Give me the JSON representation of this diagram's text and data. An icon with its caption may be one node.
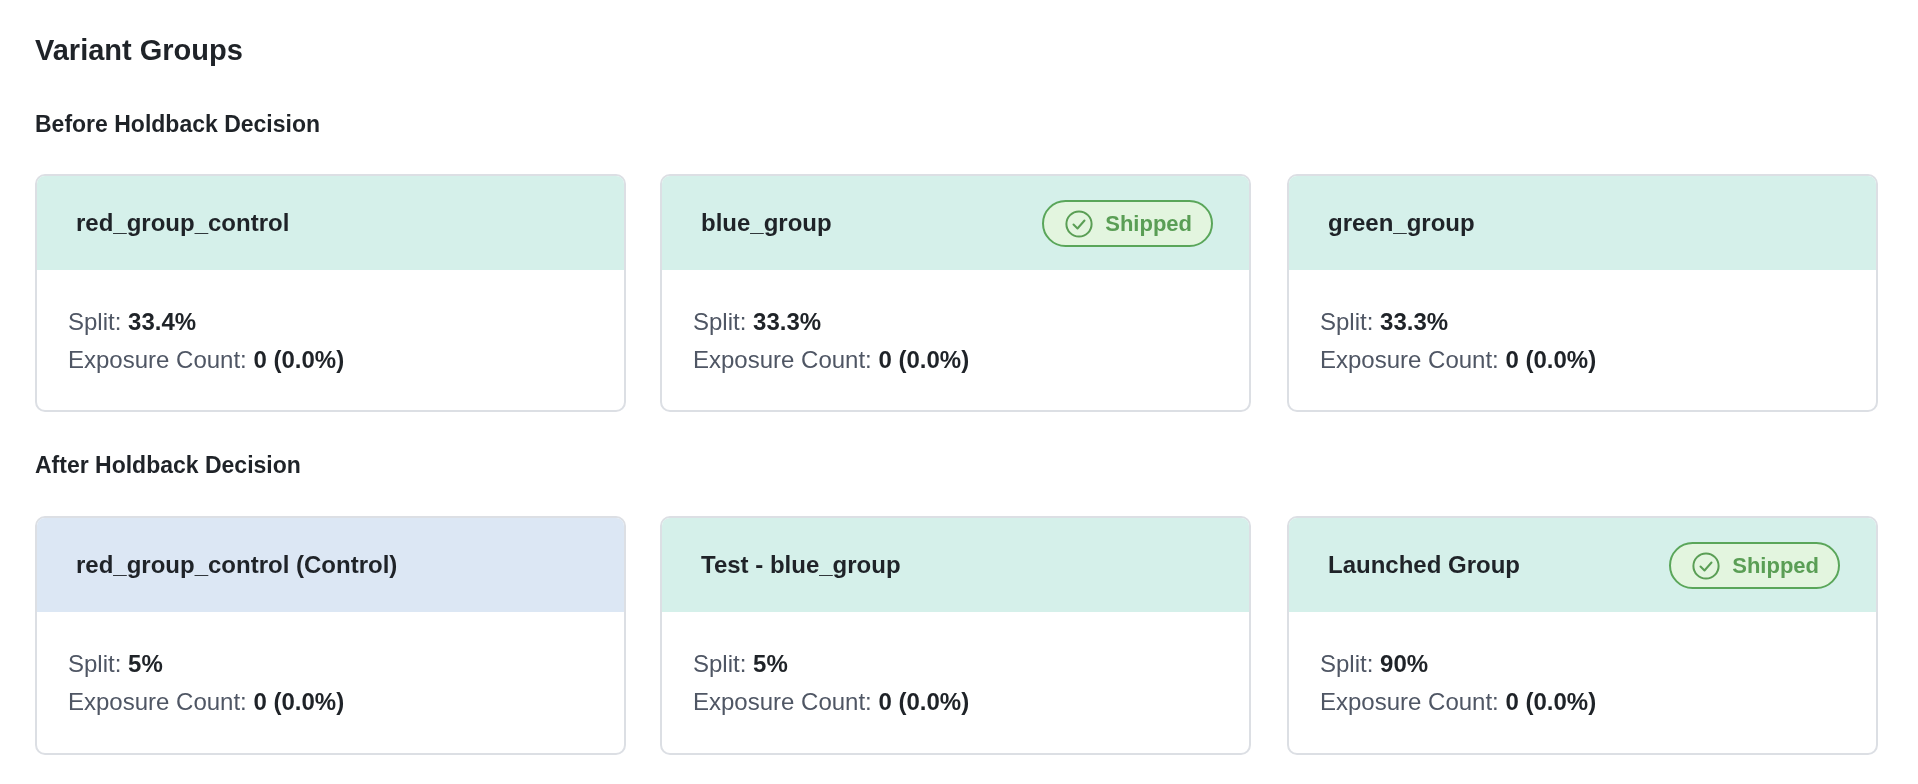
{
  "diagram": {
    "title": "Variant Groups",
    "nodes": [
      {
        "text": [
          "red_group_control",
          "Split: **33.4%**",
          "Exposure Count: **0 (0.0%)**"
        ]
      },
      {
        "text": [
          "blue_group",
          "Split: **33.3%**",
          "Exposure Count: **0 (0.0%)**"
        ]
      },
      {
        "text": [
          "Shipped"
        ],
        "in": 1
      },
      {
        "text": [
          "green_group",
          "Split: **33.3%**",
          "Exposure Count: **0 (0.0%)**"
        ]
      },
      {
        "text": [
          "red_group_control (Control)",
          "Split: **5%**",
          "Exposure Count: **0 (0.0%)**"
        ]
      },
      {
        "text": [
          "Test - blue_group",
          "Split: **5%**",
          "Exposure Count: **0 (0.0%)**"
        ]
      },
      {
        "text": [
          "Launched Group",
          "Split: **90%**",
          "Exposure Count: **0 (0.0%)**"
        ]
      },
      {
        "text": [
          "Shipped"
        ],
        "in": 6
      }
    ],
    "labels": [
      "Before Holdback Decision",
      "After Holdback Decision"
    ]
  }
}
